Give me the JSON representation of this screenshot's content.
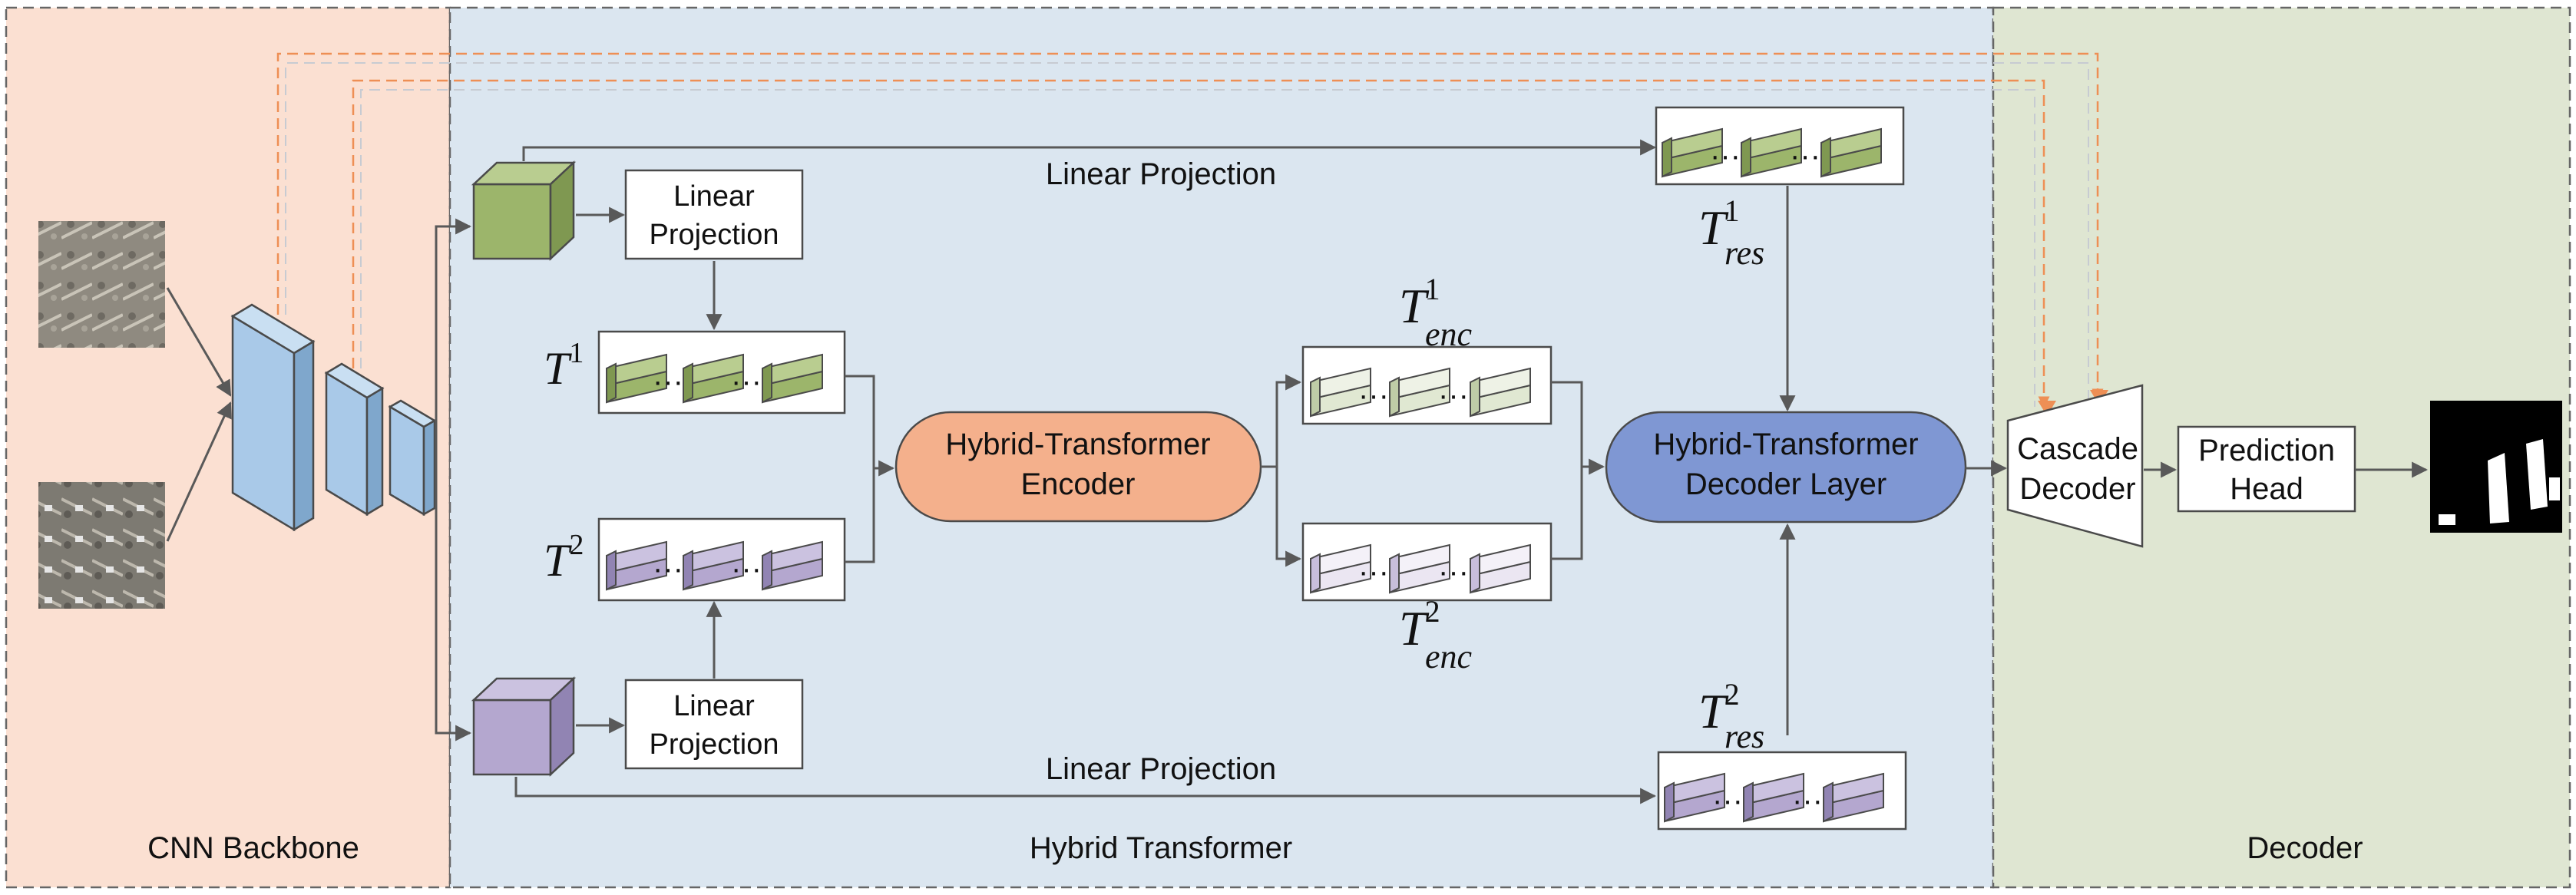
{
  "regions": {
    "backbone": "CNN Backbone",
    "transformer": "Hybrid Transformer",
    "decoder": "Decoder"
  },
  "blocks": {
    "linear_projection_top": [
      "Linear",
      "Projection"
    ],
    "linear_projection_bottom": [
      "Linear",
      "Projection"
    ],
    "encoder": [
      "Hybrid-Transformer",
      "Encoder"
    ],
    "decoder_layer": [
      "Hybrid-Transformer",
      "Decoder Layer"
    ],
    "cascade_decoder": [
      "Cascade",
      "Decoder"
    ],
    "prediction_head": [
      "Prediction",
      "Head"
    ]
  },
  "edge_labels": {
    "top": "Linear Projection",
    "bottom": "Linear Projection"
  },
  "token_labels": {
    "t1": {
      "base": "T",
      "sup": "1",
      "sub": ""
    },
    "t2": {
      "base": "T",
      "sup": "2",
      "sub": ""
    },
    "tenc1": {
      "base": "T",
      "sup": "1",
      "sub": "enc"
    },
    "tenc2": {
      "base": "T",
      "sup": "2",
      "sub": "enc"
    },
    "tres1": {
      "base": "T",
      "sup": "1",
      "sub": "res"
    },
    "tres2": {
      "base": "T",
      "sup": "2",
      "sub": "res"
    }
  },
  "ellipsis": "···",
  "colors": {
    "backbone_bg": "#fbe0d2",
    "transformer_bg": "#dbe6f0",
    "decoder_bg": "#dfe6d2",
    "green_token": "#9cb56b",
    "purple_token": "#b4a7cf",
    "light_green_token": "#e0e8d2",
    "light_purple_token": "#ebe6f2",
    "encoder_fill": "#f4b08c",
    "decoder_fill": "#7f97d3",
    "cnn_blue": "#a9c9e8",
    "skip_arrow": "#ee8f55",
    "line": "#595959"
  }
}
